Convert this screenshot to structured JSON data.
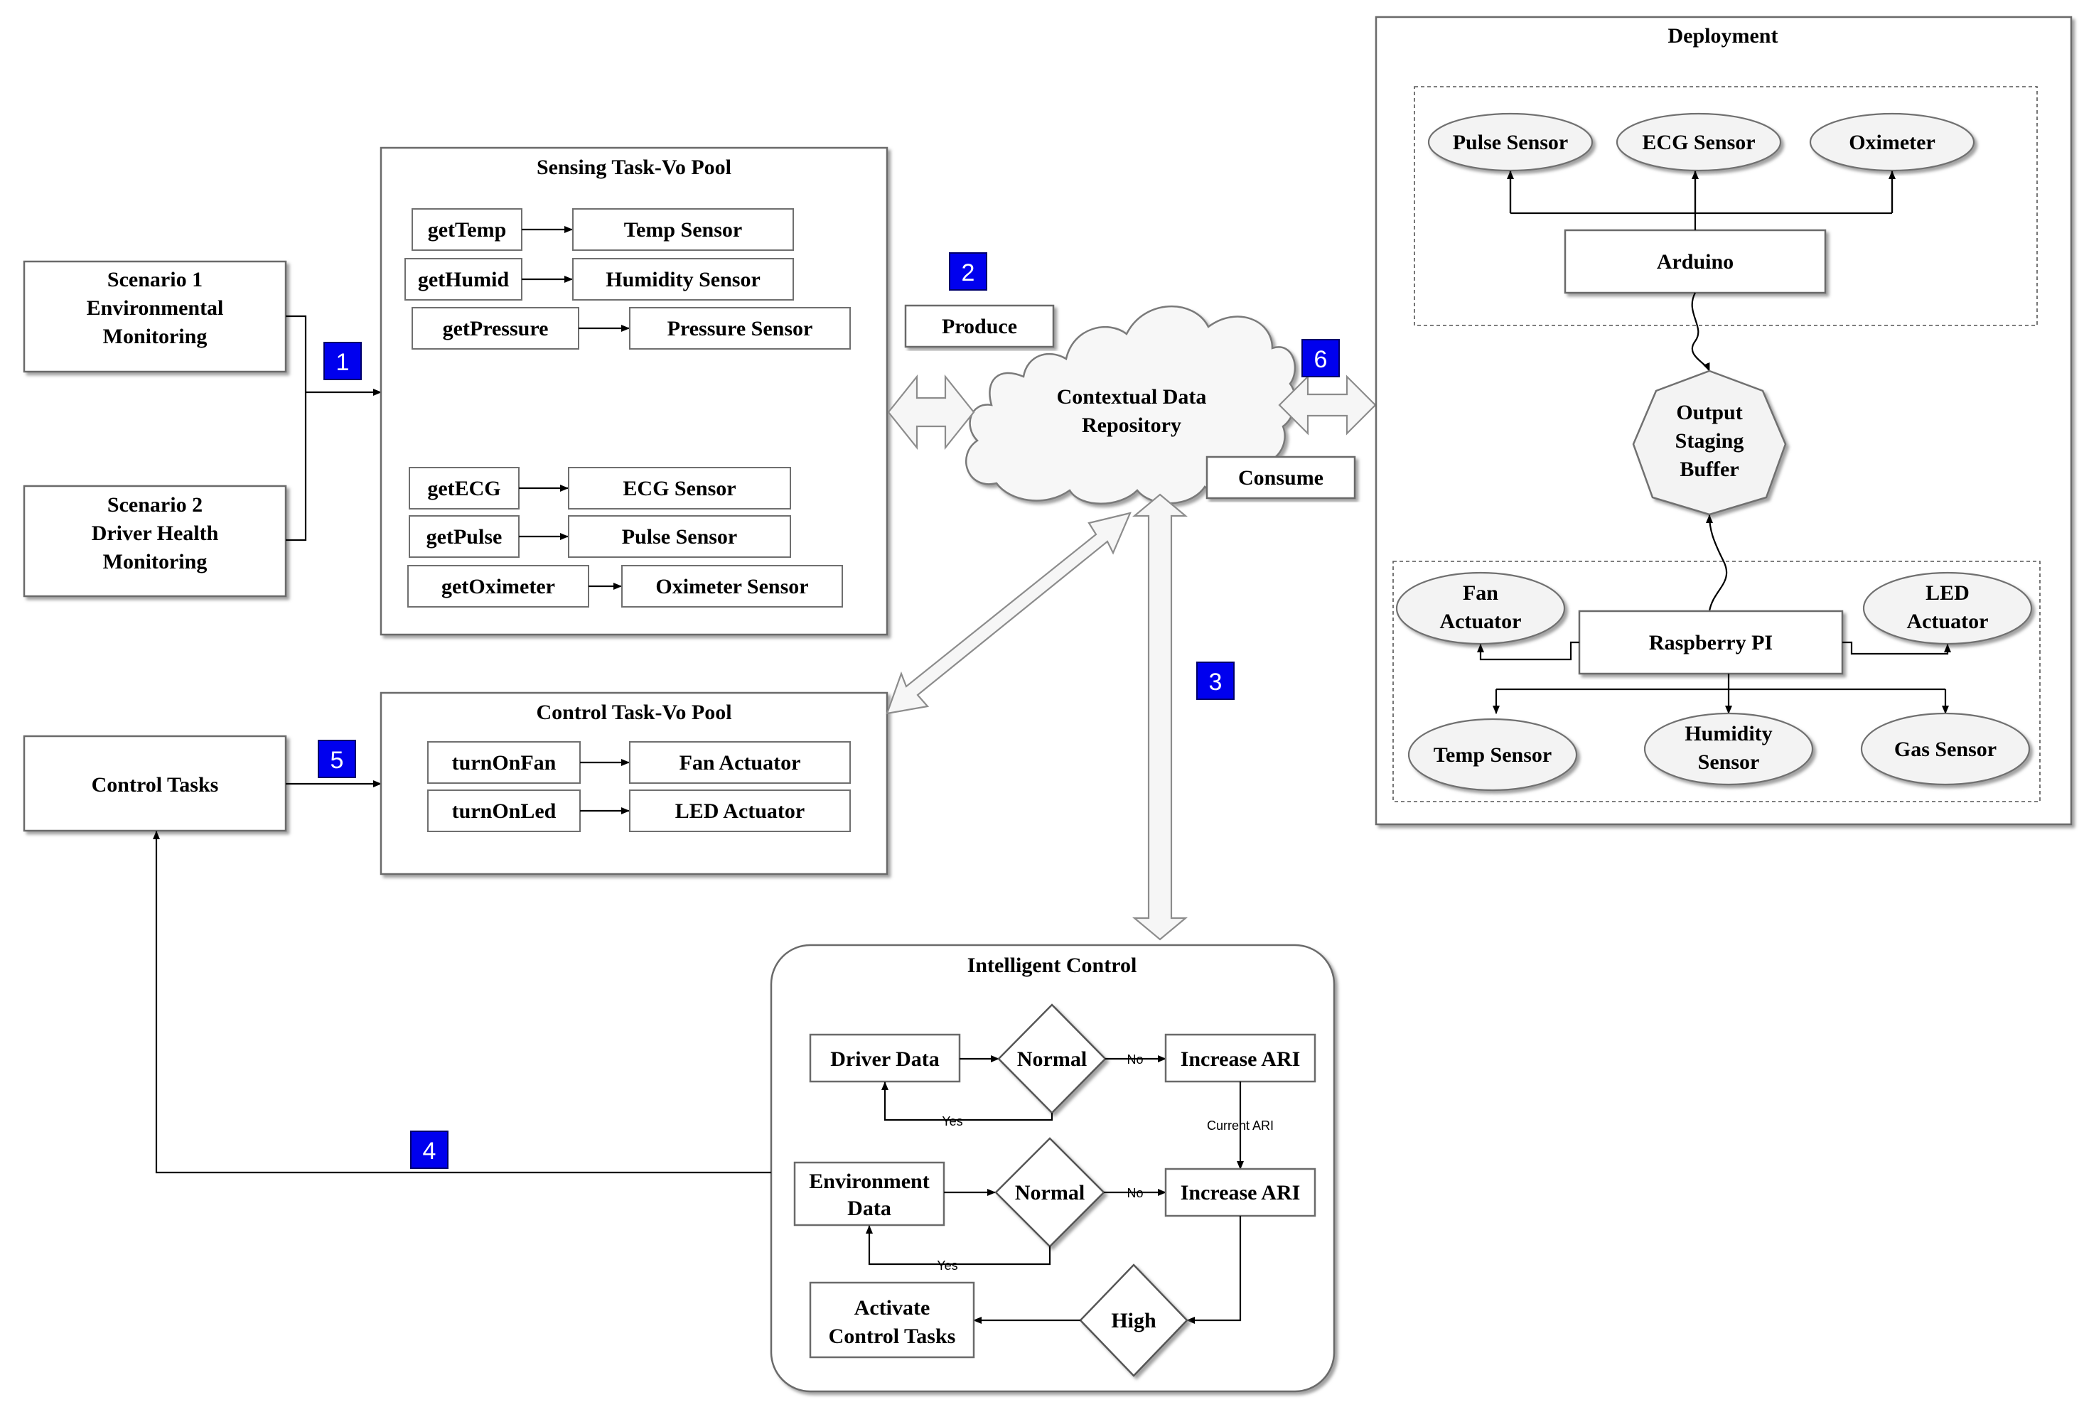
{
  "scenarios": {
    "s1": [
      "Scenario 1",
      "Environmental",
      "Monitoring"
    ],
    "s2": [
      "Scenario 2",
      "Driver Health",
      "Monitoring"
    ],
    "control_tasks": "Control Tasks"
  },
  "badges": [
    "1",
    "2",
    "3",
    "4",
    "5",
    "6"
  ],
  "sensing_pool": {
    "title": "Sensing Task-Vo Pool",
    "rows": [
      {
        "task": "getTemp",
        "device": "Temp Sensor"
      },
      {
        "task": "getHumid",
        "device": "Humidity Sensor"
      },
      {
        "task": "getPressure",
        "device": "Pressure Sensor"
      },
      {
        "task": "getECG",
        "device": "ECG Sensor"
      },
      {
        "task": "getPulse",
        "device": "Pulse Sensor"
      },
      {
        "task": "getOximeter",
        "device": "Oximeter Sensor"
      }
    ]
  },
  "control_pool": {
    "title": "Control Task-Vo Pool",
    "rows": [
      {
        "task": "turnOnFan",
        "device": "Fan Actuator"
      },
      {
        "task": "turnOnLed",
        "device": "LED Actuator"
      }
    ]
  },
  "repository": {
    "lines": [
      "Contextual Data",
      "Repository"
    ],
    "produce": "Produce",
    "consume": "Consume"
  },
  "intelligent_control": {
    "title": "Intelligent Control",
    "driver_data": "Driver Data",
    "normal1": "Normal",
    "increase1": "Increase ARI",
    "env_data": [
      "Environment",
      "Data"
    ],
    "normal2": "Normal",
    "increase2": "Increase ARI",
    "high": "High",
    "activate": [
      "Activate",
      "Control Tasks"
    ],
    "no1": "No",
    "yes1": "Yes",
    "no2": "No",
    "yes2": "Yes",
    "current_ari": "Current ARI"
  },
  "deployment": {
    "title": "Deployment",
    "pulse": "Pulse Sensor",
    "ecg": "ECG Sensor",
    "oximeter": "Oximeter",
    "arduino": "Arduino",
    "buffer": [
      "Output",
      "Staging",
      "Buffer"
    ],
    "fan": [
      "Fan",
      "Actuator"
    ],
    "led": [
      "LED",
      "Actuator"
    ],
    "raspberry": "Raspberry PI",
    "temp": "Temp Sensor",
    "humidity": [
      "Humidity",
      "Sensor"
    ],
    "gas": "Gas Sensor"
  }
}
